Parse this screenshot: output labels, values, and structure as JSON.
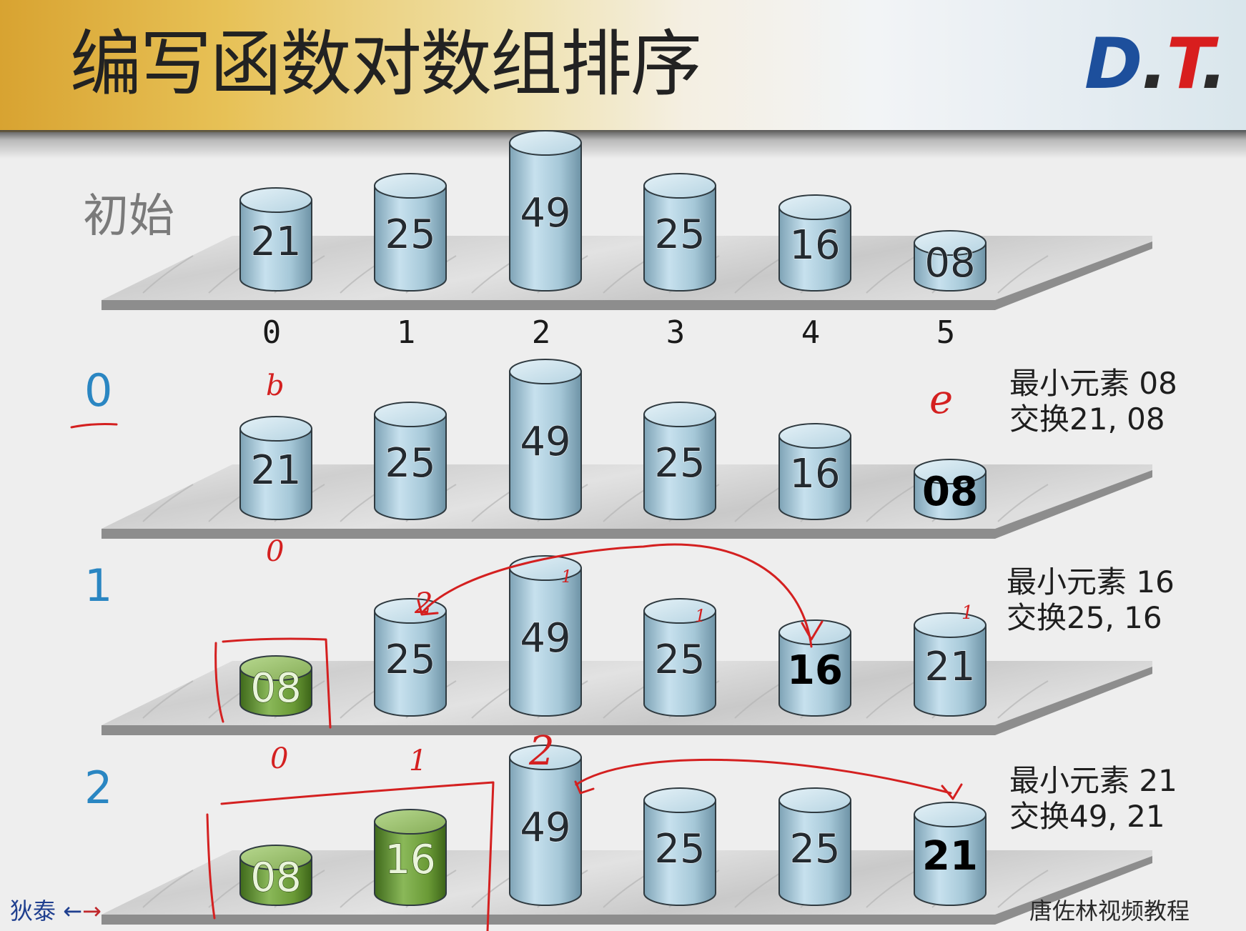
{
  "title": "编写函数对数组排序",
  "logo": {
    "d": "D",
    "dot1": ".",
    "t": "T",
    "dot2": "."
  },
  "index_labels": [
    "0",
    "1",
    "2",
    "3",
    "4",
    "5"
  ],
  "rows": [
    {
      "label": "初始",
      "cells": [
        {
          "value": "21",
          "level": 0.55,
          "style": "blue"
        },
        {
          "value": "25",
          "level": 0.65,
          "style": "blue"
        },
        {
          "value": "49",
          "level": 0.95,
          "style": "blue"
        },
        {
          "value": "25",
          "level": 0.65,
          "style": "blue"
        },
        {
          "value": "16",
          "level": 0.5,
          "style": "blue"
        },
        {
          "value": "08",
          "level": 0.25,
          "style": "blue"
        }
      ]
    },
    {
      "label": "0",
      "note_line1": "最小元素 08",
      "note_line2": "交换21, 08",
      "cells": [
        {
          "value": "21",
          "level": 0.55,
          "style": "blue"
        },
        {
          "value": "25",
          "level": 0.65,
          "style": "blue"
        },
        {
          "value": "49",
          "level": 0.95,
          "style": "blue"
        },
        {
          "value": "25",
          "level": 0.65,
          "style": "blue"
        },
        {
          "value": "16",
          "level": 0.5,
          "style": "blue"
        },
        {
          "value": "08",
          "level": 0.25,
          "style": "highlight"
        }
      ]
    },
    {
      "label": "1",
      "note_line1": "最小元素 16",
      "note_line2": "交换25, 16",
      "cells": [
        {
          "value": "08",
          "level": 0.25,
          "style": "green"
        },
        {
          "value": "25",
          "level": 0.65,
          "style": "blue"
        },
        {
          "value": "49",
          "level": 0.95,
          "style": "blue"
        },
        {
          "value": "25",
          "level": 0.65,
          "style": "blue"
        },
        {
          "value": "16",
          "level": 0.5,
          "style": "highlight"
        },
        {
          "value": "21",
          "level": 0.55,
          "style": "blue"
        }
      ]
    },
    {
      "label": "2",
      "note_line1": "最小元素 21",
      "note_line2": "交换49, 21",
      "cells": [
        {
          "value": "08",
          "level": 0.25,
          "style": "green"
        },
        {
          "value": "16",
          "level": 0.5,
          "style": "green"
        },
        {
          "value": "49",
          "level": 0.95,
          "style": "blue"
        },
        {
          "value": "25",
          "level": 0.65,
          "style": "blue"
        },
        {
          "value": "25",
          "level": 0.65,
          "style": "blue"
        },
        {
          "value": "21",
          "level": 0.55,
          "style": "highlight"
        }
      ]
    }
  ],
  "handwriting": {
    "row0": [
      "b",
      "e"
    ],
    "row1": [
      "0",
      "2",
      "1",
      "1",
      "1"
    ],
    "row2": [
      "0",
      "1",
      "2"
    ]
  },
  "footer": {
    "left_name": "狄泰",
    "right_text": "唐佐林视频教程"
  },
  "colors": {
    "cylinder_blue": "#a9ccdc",
    "cylinder_green": "#6b9c35",
    "row_label": "#2a86c2",
    "annotation_red": "#d42020"
  }
}
